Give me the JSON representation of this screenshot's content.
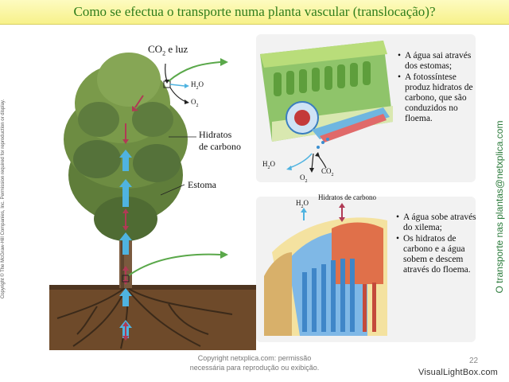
{
  "title": "Como se efectua o transporte numa planta vascular (translocação)?",
  "side_copyright": "Copyright © The McGraw-Hill Companies, Inc. Permission required for reproduction or display.",
  "side_brand": "O transporte nas plantas@netxplica.com",
  "tree": {
    "co2_label": "CO",
    "co2_sub": "2",
    "co2_rest": " e luz",
    "h2o_label": "H",
    "h2o_sub": "2",
    "h2o_rest": "O",
    "o2_label": "O",
    "o2_sub": "2",
    "carbs_line1": "Hidratos",
    "carbs_line2": "de carbono",
    "stoma_label": "Estoma"
  },
  "leaf_panel": {
    "h2o_label": "H",
    "h2o_sub": "2",
    "h2o_rest": "O",
    "co2_label": "CO",
    "co2_sub": "2",
    "o2_label": "O",
    "o2_sub": "2",
    "bullets": [
      "A água sai através dos estomas;",
      "A fotossíntese produz hidratos de carbono, que são conduzidos no floema."
    ]
  },
  "stem_panel": {
    "h2o_label": "H",
    "h2o_sub": "2",
    "h2o_rest": "O",
    "carbs_label": "Hidratos de carbono",
    "bullets": [
      "A água sobe através do xilema;",
      "Os hidratos de carbono e a água sobem e descem através do floema."
    ]
  },
  "footer": {
    "copyright_line1": "Copyright netxplica.com: permissão",
    "copyright_line2": "necessária para reprodução ou exibição.",
    "slide_number": "22"
  },
  "watermark": "VisualLightBox.com",
  "colors": {
    "title_text": "#2f7d1b",
    "title_bg": "#f9f4a0",
    "brand_text": "#2a7a3a",
    "water_arrow": "#4fb3e0",
    "sugar_arrow": "#b03a55"
  }
}
